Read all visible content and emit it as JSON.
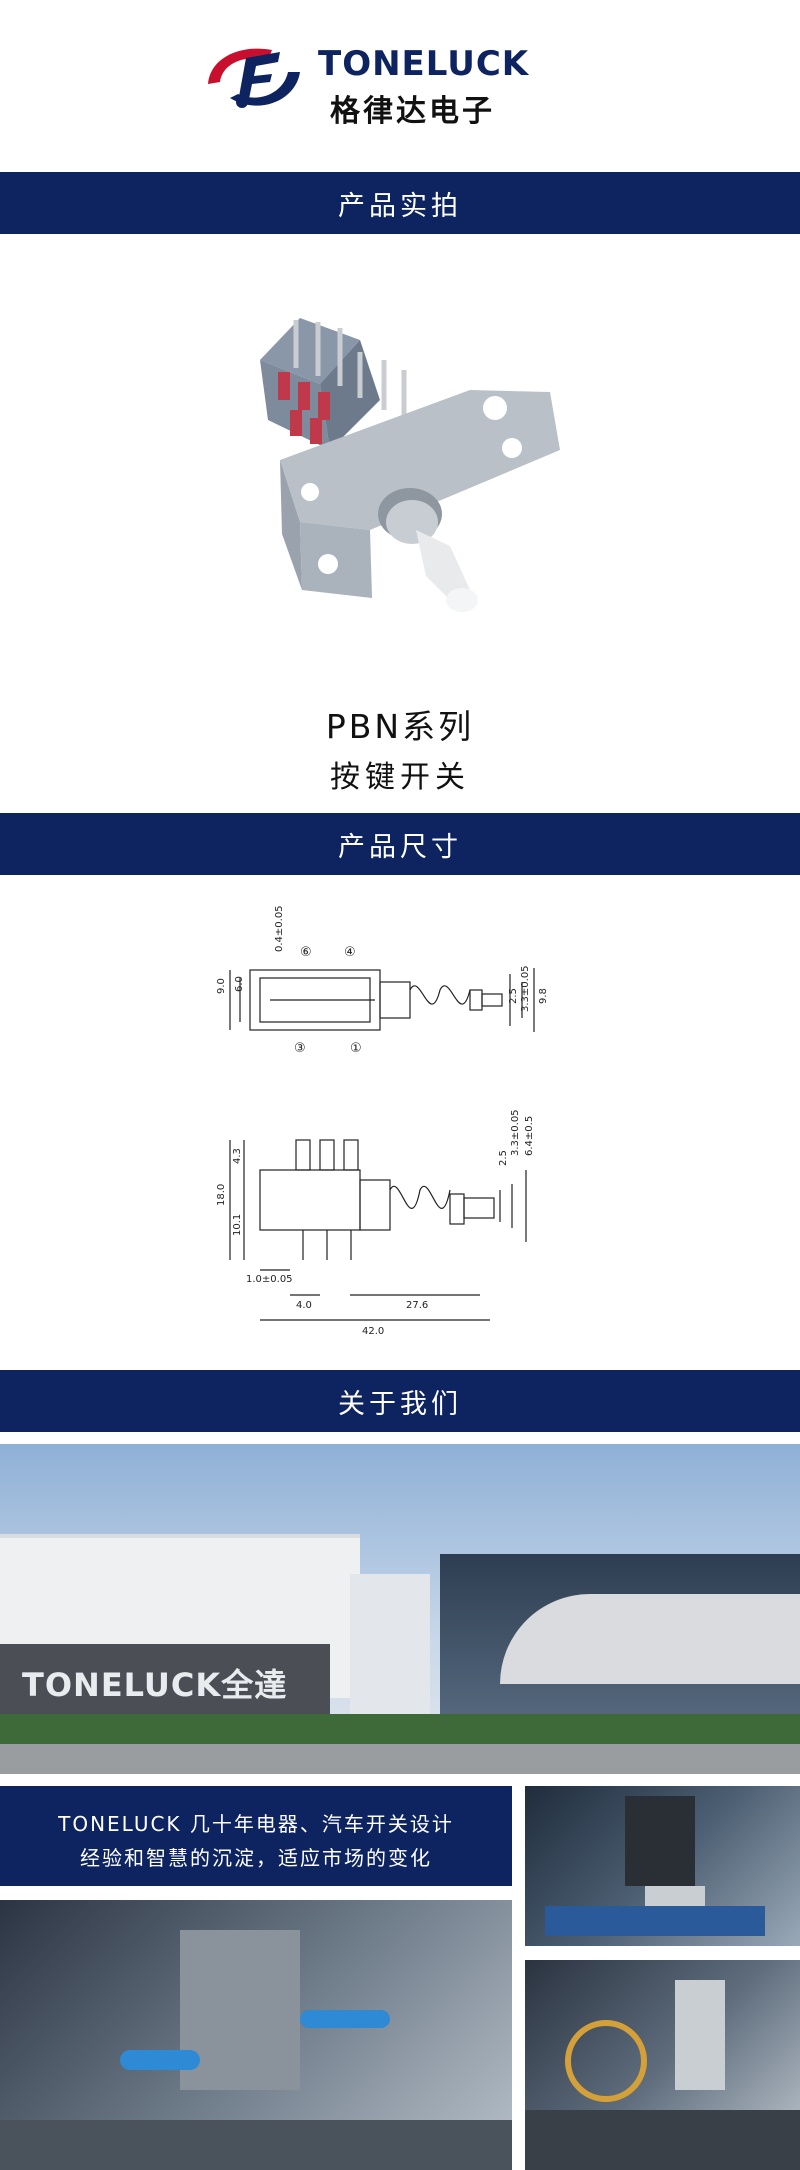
{
  "brand": {
    "name_en": "TONELUCK",
    "name_cn": "格律达电子",
    "colors": {
      "navy": "#0d2461",
      "red": "#c8102e"
    }
  },
  "sections": {
    "photo_title": "产品实拍",
    "size_title": "产品尺寸",
    "about_title": "关于我们"
  },
  "product": {
    "series": "PBN系列",
    "name": "按键开关"
  },
  "drawing_top": {
    "dims": [
      "0.4±0.05",
      "9.0",
      "6.0",
      "2.5",
      "3.3±0.05",
      "9.8"
    ],
    "pins": [
      "⑥",
      "④",
      "③",
      "①"
    ]
  },
  "drawing_side": {
    "dims": [
      "18.0",
      "4.3",
      "10.1",
      "2.5",
      "3.3±0.05",
      "6.4±0.5",
      "1.0±0.05",
      "4.0",
      "27.6",
      "42.0"
    ]
  },
  "about": {
    "line1": "TONELUCK 几十年电器、汽车开关设计",
    "line2": "经验和智慧的沉淀，适应市场的变化",
    "building_sign": "TONELUCK全達"
  }
}
